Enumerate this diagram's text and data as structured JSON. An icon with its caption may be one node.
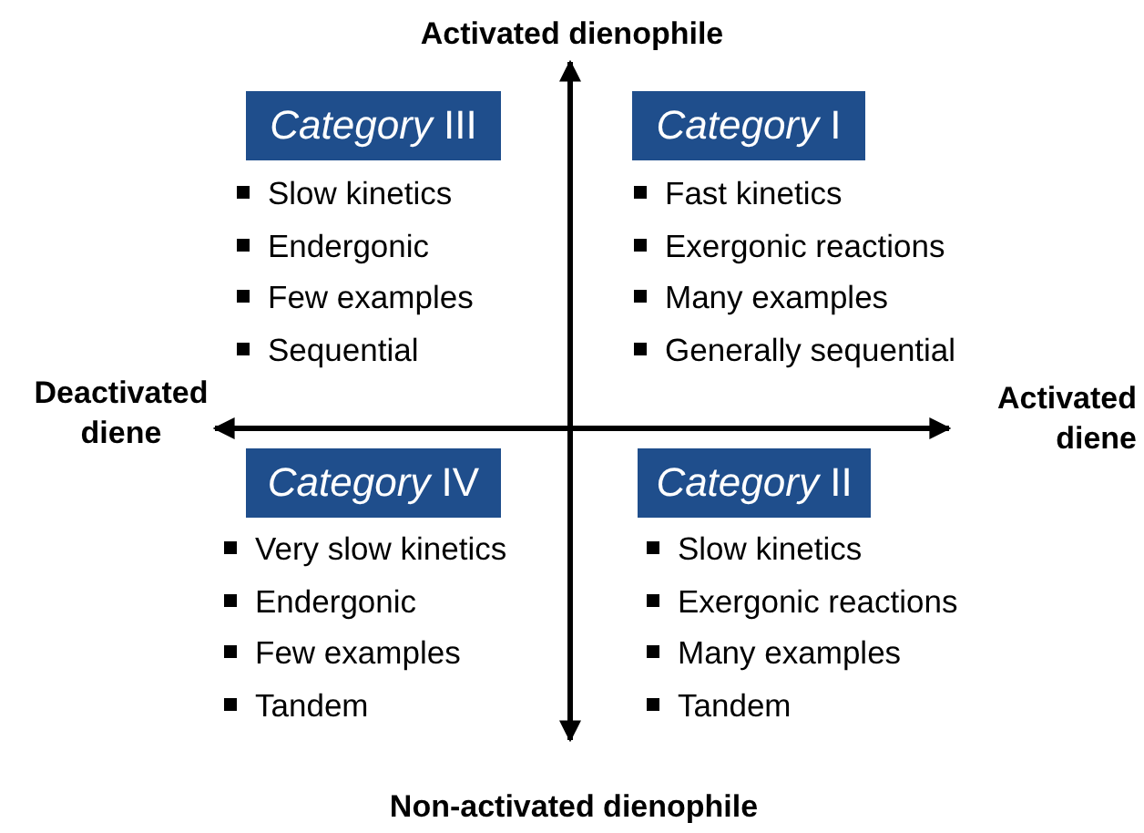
{
  "diagram": {
    "nodes": [
      {
        "text": [
          "*Category* III"
        ],
        "beside": [
          "Slow kinetics",
          "Endergonic",
          "Few examples",
          "Sequential"
        ]
      },
      {
        "text": [
          "*Category* I"
        ],
        "beside": [
          "Fast kinetics",
          "Exergonic reactions",
          "Many examples",
          "Generally sequential"
        ]
      },
      {
        "text": [
          "*Category* IV"
        ],
        "beside": [
          "Very slow kinetics",
          "Endergonic",
          "Few examples",
          "Tandem"
        ]
      },
      {
        "text": [
          "*Category* II"
        ],
        "beside": [
          "Slow kinetics",
          "Exergonic reactions",
          "Many examples",
          "Tandem"
        ]
      }
    ],
    "edges": [],
    "labels": [
      "Activated dienophile",
      "Deactivated diene",
      "Activated diene",
      "Non-activated dienophile"
    ]
  }
}
